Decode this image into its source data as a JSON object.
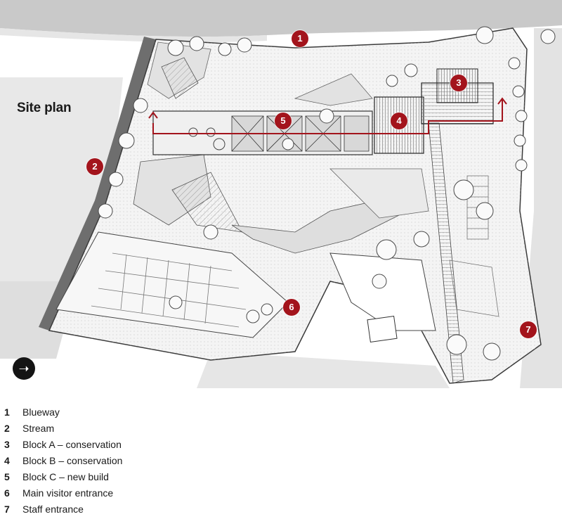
{
  "plan": {
    "title": "Site plan",
    "north_icon": "north-arrow-icon",
    "accent_color": "#a3141c",
    "markers": [
      {
        "num": "1"
      },
      {
        "num": "2"
      },
      {
        "num": "3"
      },
      {
        "num": "4"
      },
      {
        "num": "5"
      },
      {
        "num": "6"
      },
      {
        "num": "7"
      }
    ]
  },
  "legend": [
    {
      "num": "1",
      "label": "Blueway"
    },
    {
      "num": "2",
      "label": "Stream"
    },
    {
      "num": "3",
      "label": "Block A – conservation"
    },
    {
      "num": "4",
      "label": "Block B – conservation"
    },
    {
      "num": "5",
      "label": "Block C – new build"
    },
    {
      "num": "6",
      "label": "Main visitor entrance"
    },
    {
      "num": "7",
      "label": "Staff entrance"
    }
  ]
}
